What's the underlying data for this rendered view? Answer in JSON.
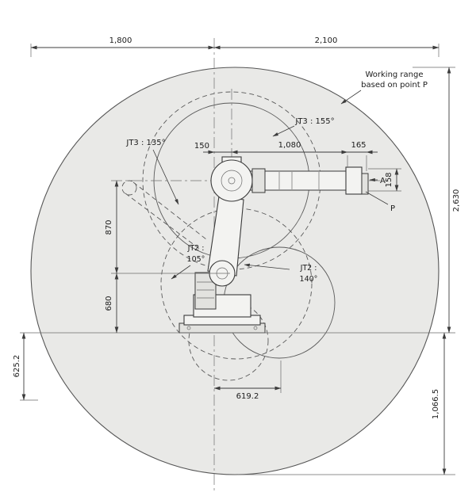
{
  "colors": {
    "background": "#ffffff",
    "envelope_fill": "#e9e9e7",
    "line": "#3c3c3c"
  },
  "dimensions": {
    "top_left": "1,800",
    "top_right": "2,100",
    "right_upper": "2,630",
    "right_lower": "1,066.5",
    "left_lower": "625.2",
    "shoulder_to_elbow": "870",
    "elbow_to_base": "680",
    "axis_offset": "150",
    "arm_length": "1,080",
    "wrist_length": "165",
    "flange_height": "158",
    "lower_reach": "619.2"
  },
  "labels": {
    "jt3_left": "JT3 : 135°",
    "jt3_right": "JT3 : 155°",
    "jt2_left_l1": "JT2 :",
    "jt2_left_l2": "105°",
    "jt2_right_l1": "JT2 :",
    "jt2_right_l2": "140°",
    "point_a": "A",
    "point_p": "P",
    "working_range_l1": "Working range",
    "working_range_l2": "based on point P"
  }
}
